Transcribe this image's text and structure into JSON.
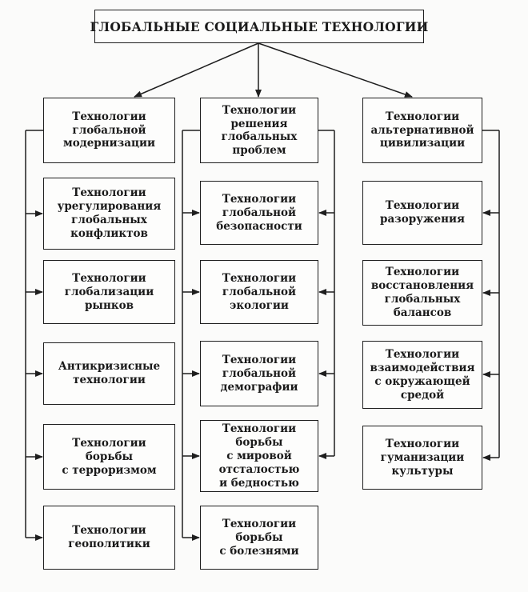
{
  "title": "ГЛОБАЛЬНЫЕ СОЦИАЛЬНЫЕ ТЕХНОЛОГИИ",
  "columns": [
    {
      "header": "Технологии\nглобальной\nмодернизации",
      "items": [
        "Технологии\nурегулирования\nглобальных\nконфликтов",
        "Технологии\nглобализации\nрынков",
        "Антикризисные\nтехнологии",
        "Технологии\nборьбы\nс терроризмом",
        "Технологии\nгеополитики"
      ]
    },
    {
      "header": "Технологии\nрешения\nглобальных\nпроблем",
      "items": [
        "Технологии\nглобальной\nбезопасности",
        "Технологии\nглобальной\nэкологии",
        "Технологии\nглобальной\nдемографии",
        "Технологии\nборьбы\nс мировой\nотсталостью\nи бедностью",
        "Технологии\nборьбы\nс болезнями"
      ]
    },
    {
      "header": "Технологии\nальтернативной\nцивилизации",
      "items": [
        "Технологии\nразоружения",
        "Технологии\nвосстановления\nглобальных\nбалансов",
        "Технологии\nвзаимодействия\nс окружающей\nсредой",
        "Технологии\nгуманизации\nкультуры"
      ]
    }
  ]
}
